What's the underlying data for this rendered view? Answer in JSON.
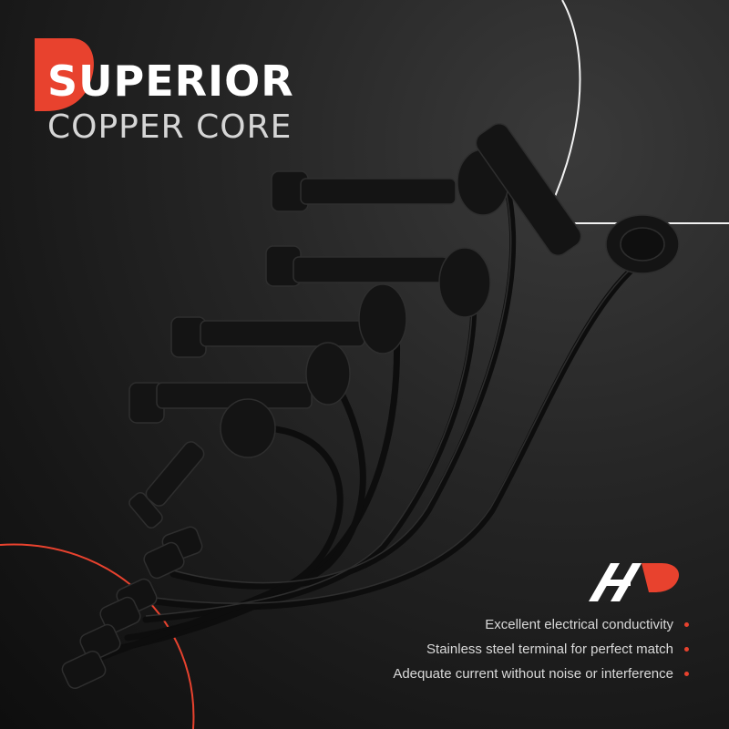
{
  "headline": {
    "word_main": "SUPERIOR",
    "word_sub": "COPPER CORE"
  },
  "features": [
    {
      "text": "Excellent electrical conductivity"
    },
    {
      "text": "Stainless steel terminal for perfect match"
    },
    {
      "text": "Adequate current without noise or interference"
    }
  ],
  "colors": {
    "accent": "#e8422e",
    "background": "#1e1e1e",
    "cable": "#111111",
    "text_light": "#d9d9d9"
  },
  "logo": {
    "icon": "a-premium-brand-logo"
  }
}
